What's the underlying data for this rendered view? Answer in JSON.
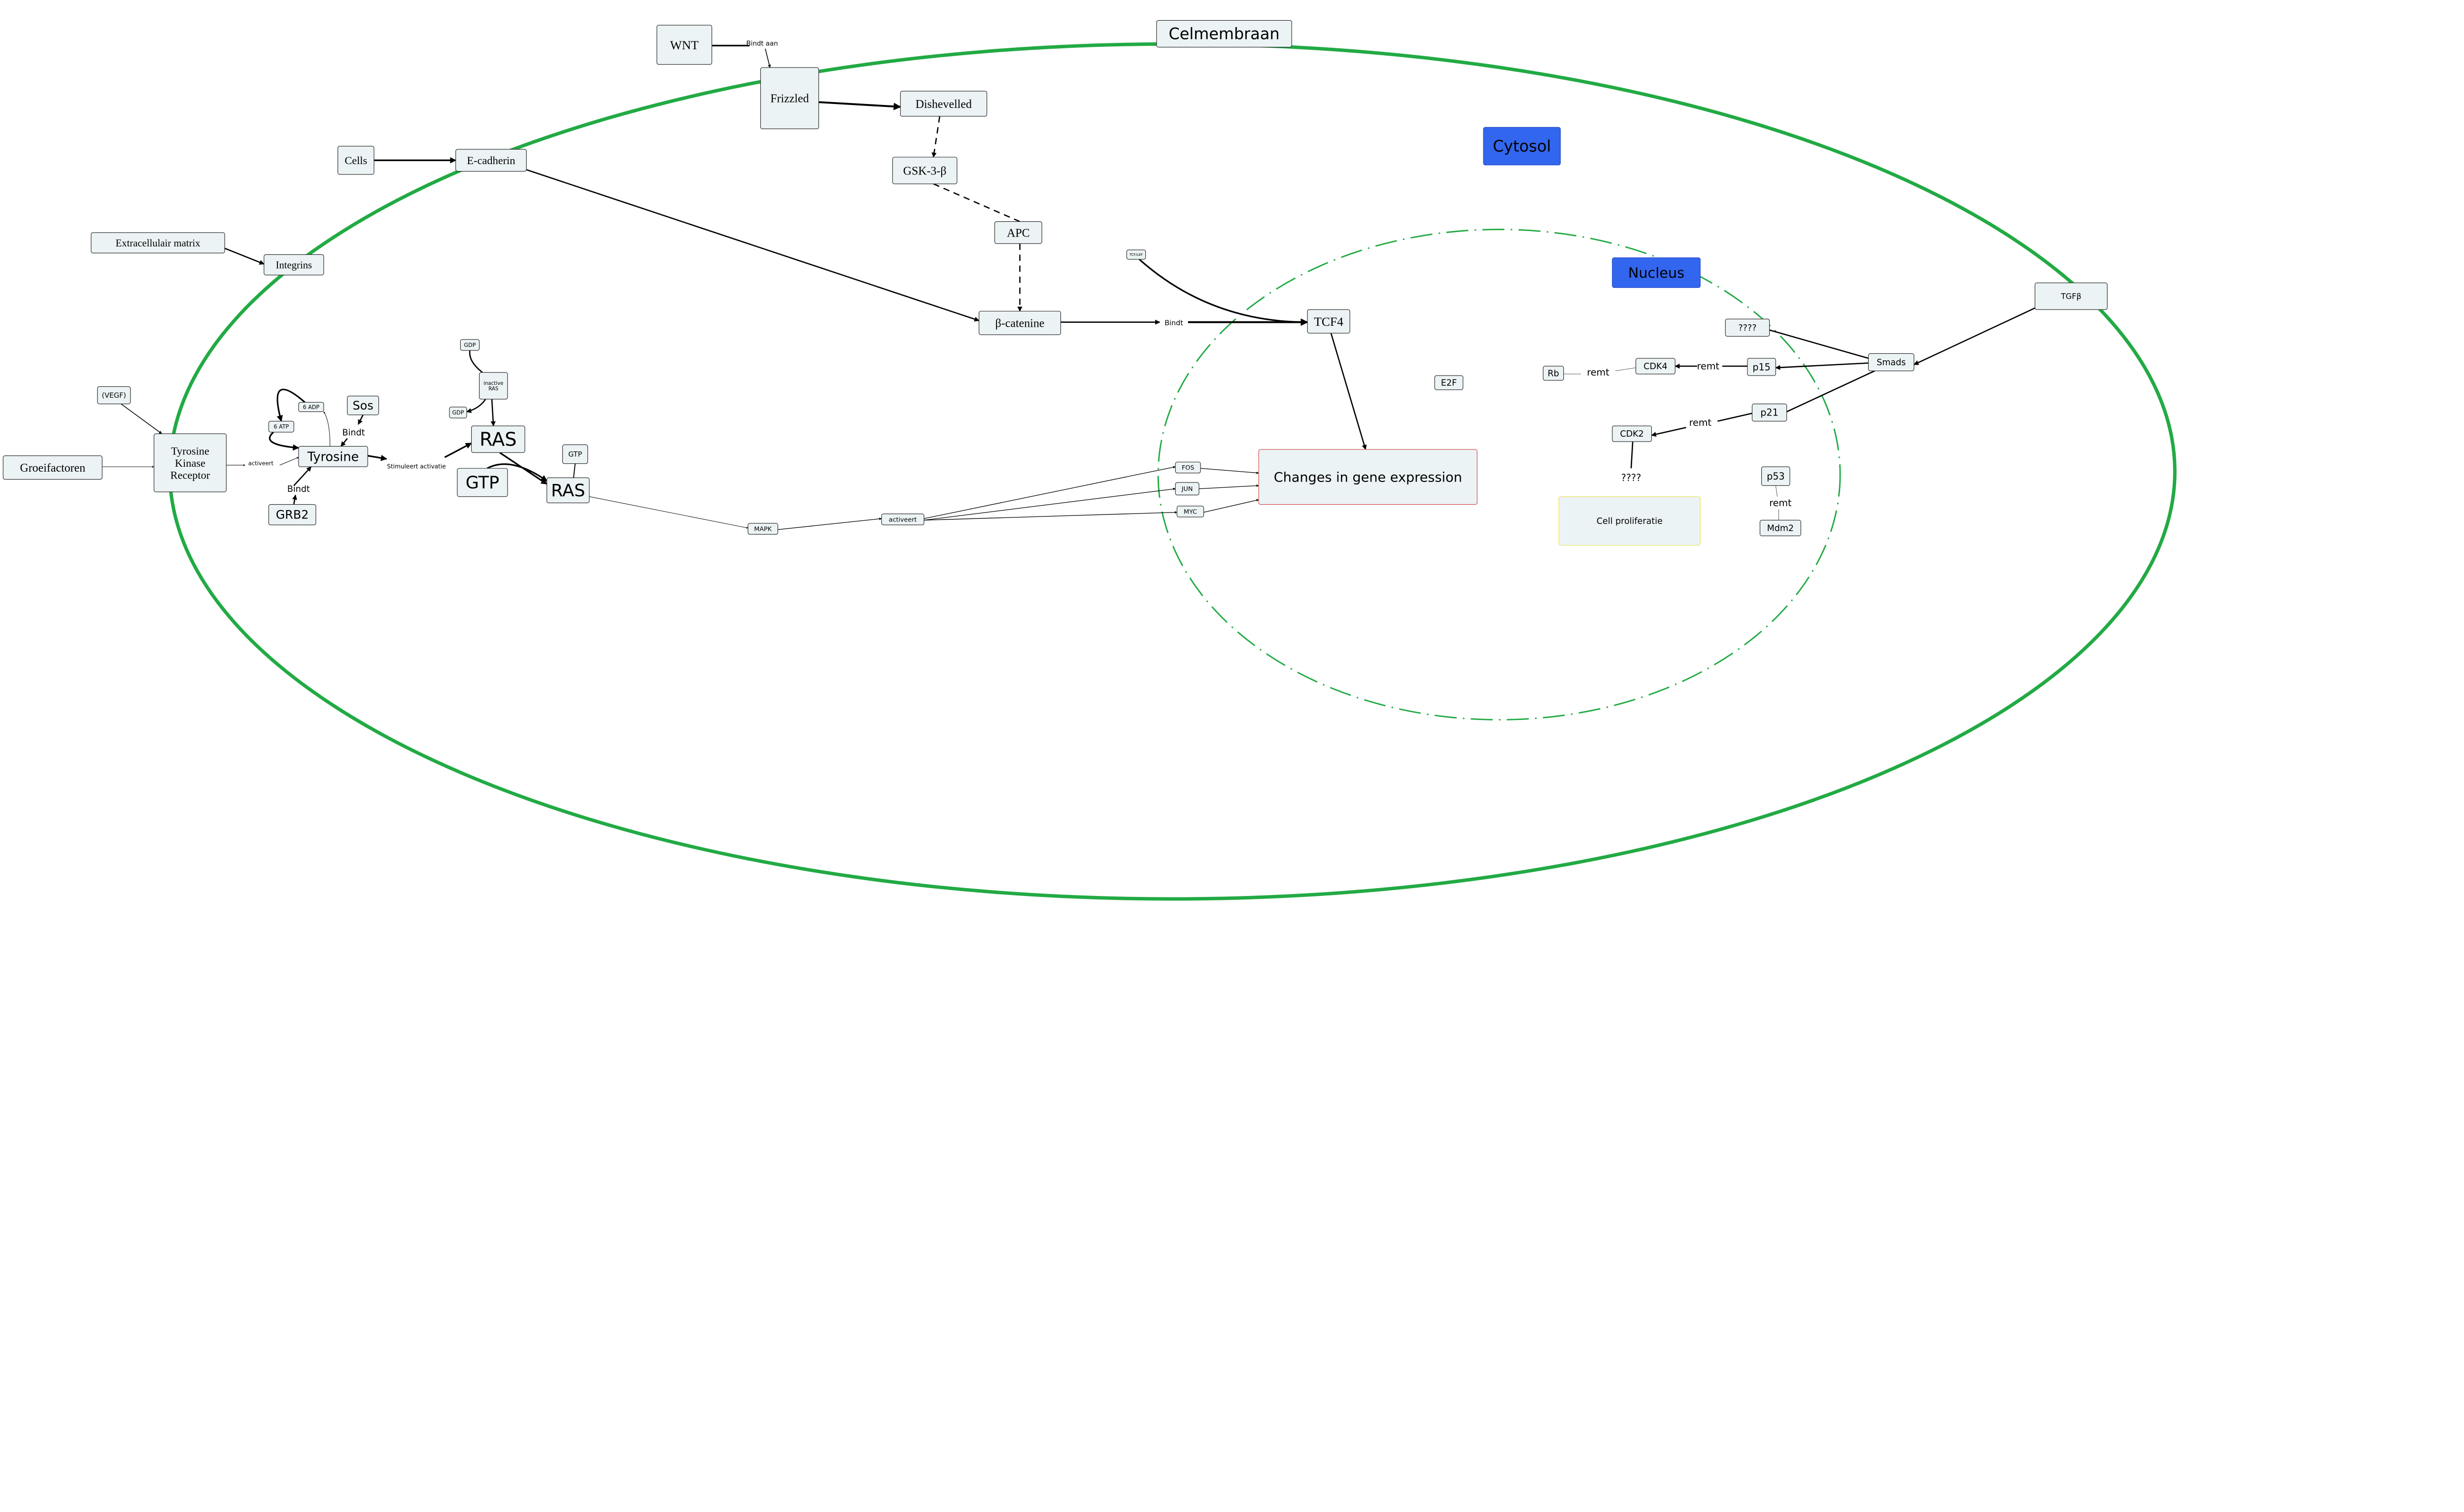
{
  "regions": {
    "membrane": "Celmembraan",
    "cytosol": "Cytosol",
    "nucleus": "Nucleus"
  },
  "nodes": {
    "wnt": "WNT",
    "frizzled": "Frizzled",
    "dishevelled": "Dishevelled",
    "gsk": "GSK-3-β",
    "apc": "APC",
    "bcatenin": "β-catenine",
    "tcflef": "TCF/LEF",
    "tcf4": "TCF4",
    "cells": "Cells",
    "ecadherin": "E-cadherin",
    "ecm": "Extracellulair matrix",
    "integrins": "Integrins",
    "vegf": "(VEGF)",
    "groei": "Groeifactoren",
    "tkr": "Tyrosine\nKinase\nReceptor",
    "atp": "6 ATP",
    "adp": "6 ADP",
    "sos": "Sos",
    "tyrosine": "Tyrosine",
    "grb2": "GRB2",
    "gdp1": "GDP",
    "inactras": "inactive\nRAS",
    "gdp2": "GDP",
    "ras1": "RAS",
    "gtp1": "GTP",
    "ras2": "RAS",
    "gtp2": "GTP",
    "mapk": "MAPK",
    "activeert2": "activeert",
    "fos": "FOS",
    "jun": "JUN",
    "myc": "MYC",
    "genes": "Changes in gene expression",
    "e2f": "E2F",
    "q1": "????",
    "smads": "Smads",
    "p15": "p15",
    "cdk4": "CDK4",
    "rb": "Rb",
    "p21": "p21",
    "cdk2": "CDK2",
    "prolif": "Cell proliferatie",
    "p53": "p53",
    "mdm2": "Mdm2",
    "tgfb": "TGFβ"
  },
  "edge_labels": {
    "bindt_aan": "Bindt aan",
    "bindt_tcf": "Bindt",
    "activeert1": "activeert",
    "bindt_sos": "Bindt",
    "bindt_grb2": "Bindt",
    "stimuleert": "Stimuleert activatie",
    "remt_cdk4": "remt",
    "remt_rb": "remt",
    "remt_cdk2": "remt",
    "q2": "????",
    "remt_p53": "remt"
  },
  "colors": {
    "membrane": "#22aa44",
    "nucleus_membrane": "#22aa44",
    "region_fill": "#3366ee",
    "node_fill": "#ecf3f5"
  }
}
